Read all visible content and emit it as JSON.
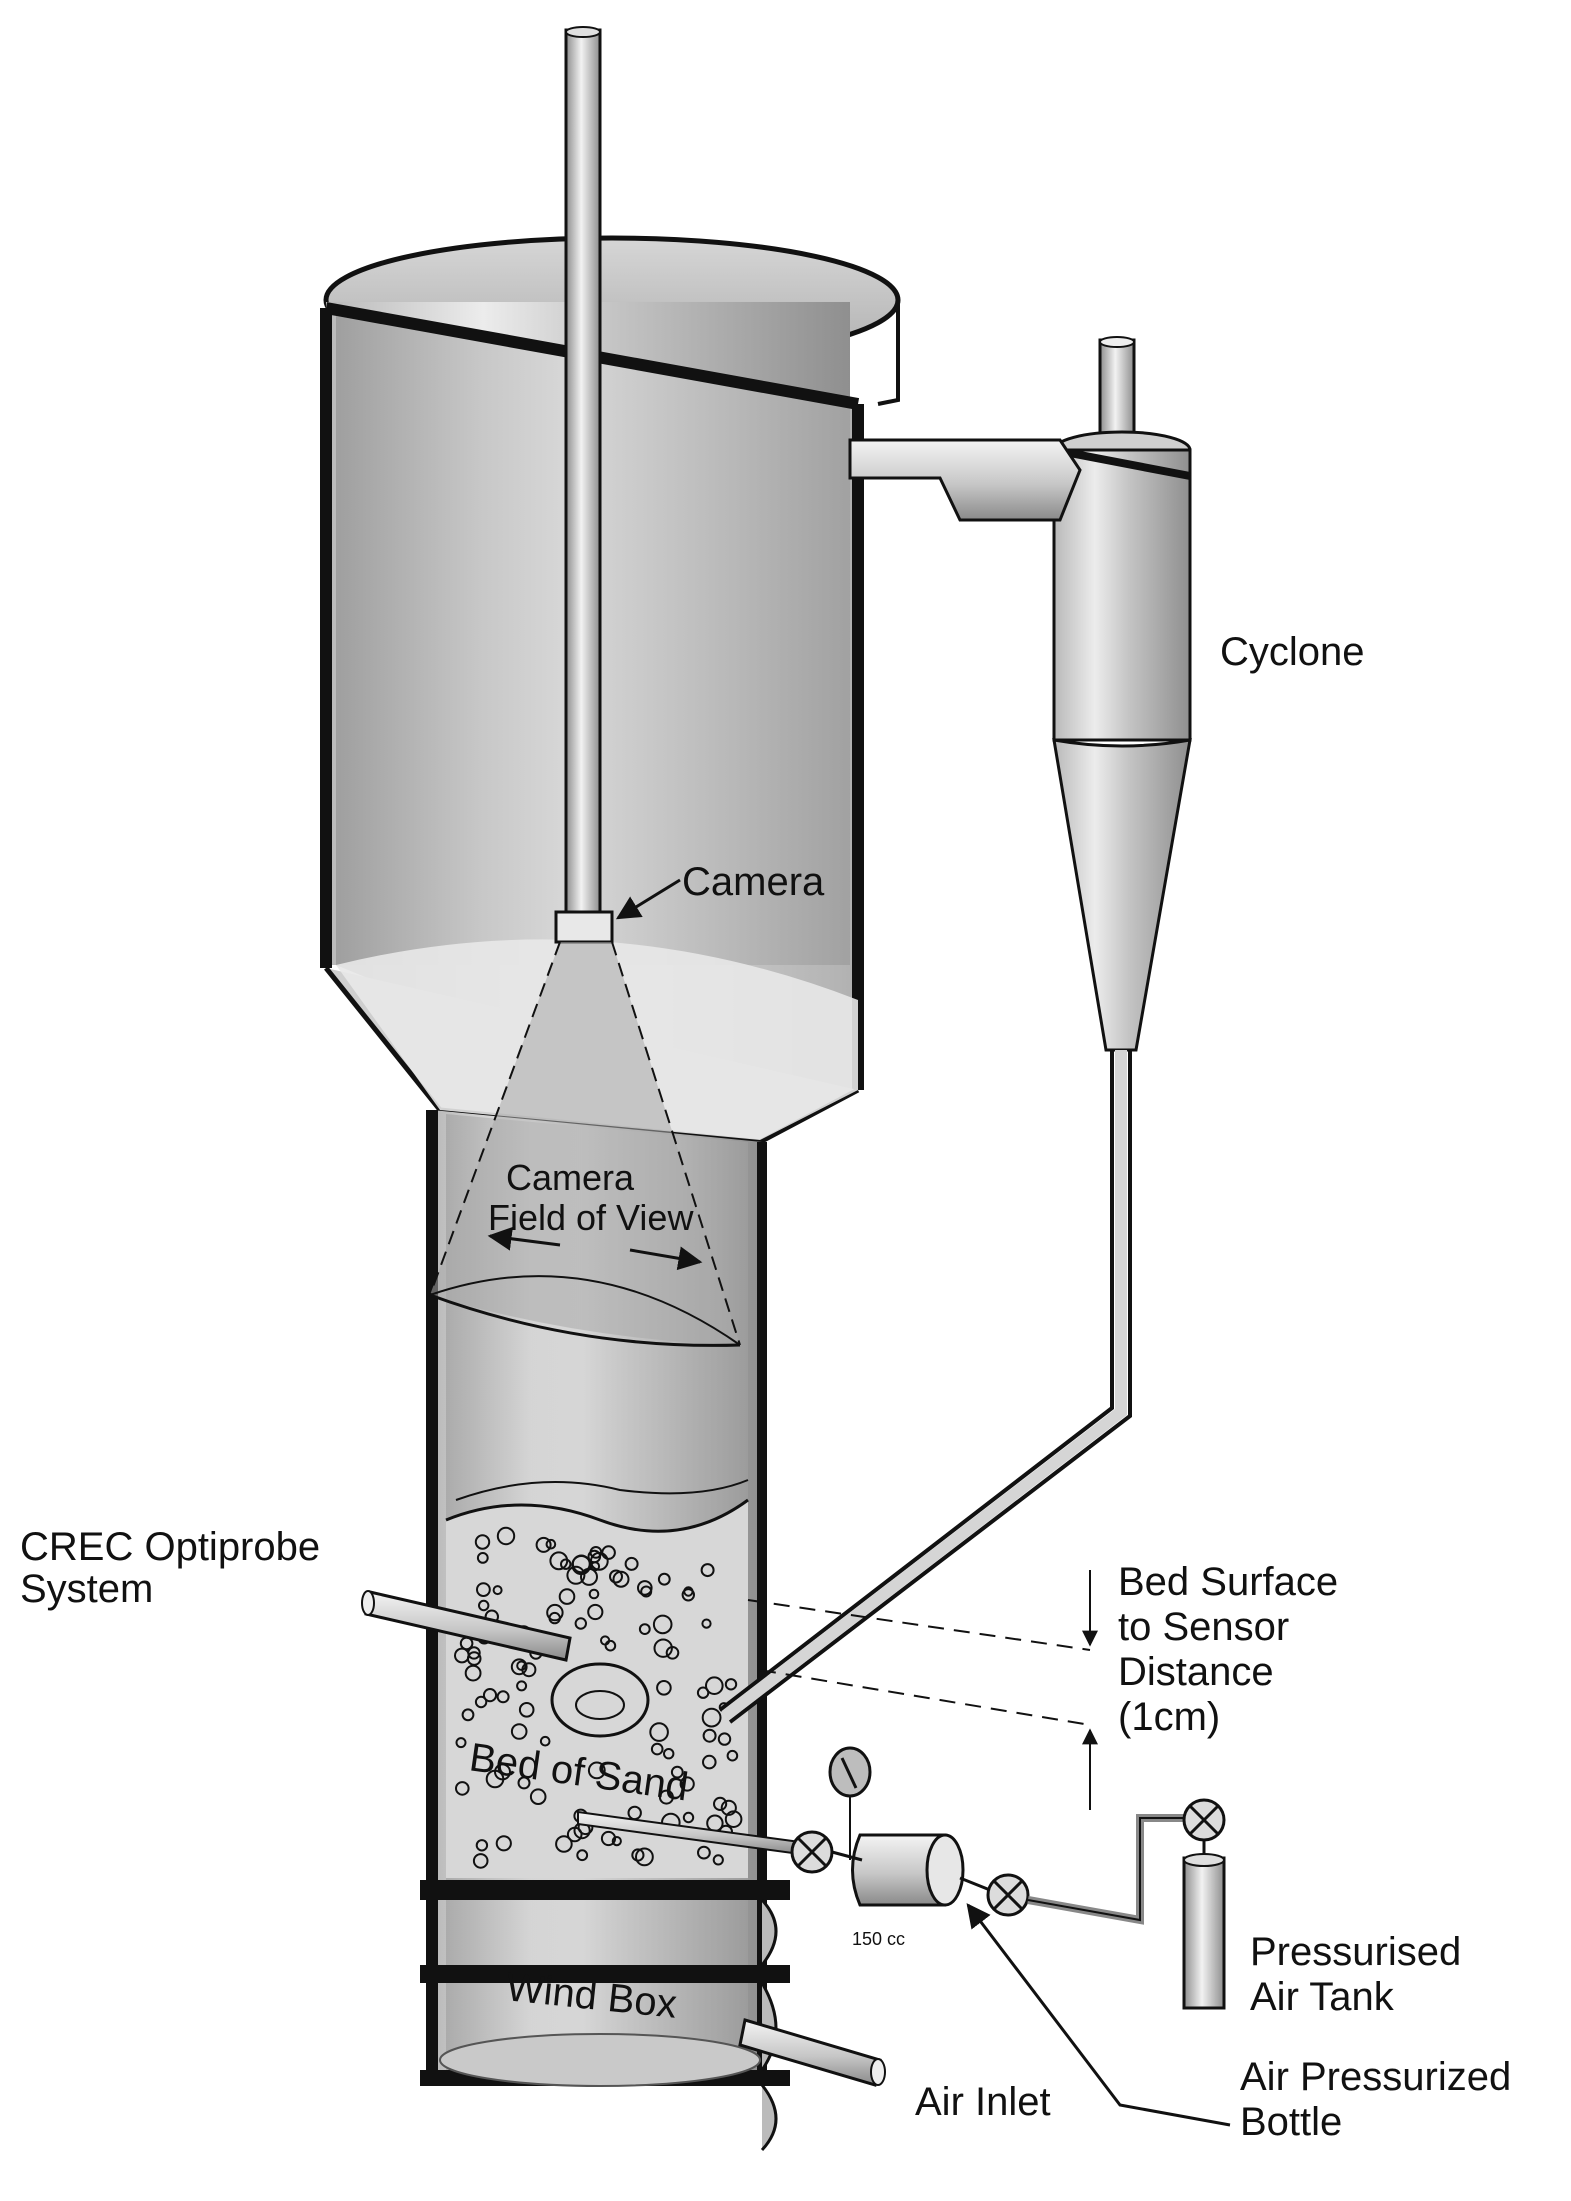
{
  "diagram": {
    "labels": {
      "camera": "Camera",
      "cyclone": "Cyclone",
      "field_of_view": [
        "Camera",
        "Field of View"
      ],
      "optiprobe": [
        "CREC Optiprobe",
        "System"
      ],
      "bed_surface": [
        "Bed Surface",
        "to Sensor",
        "Distance",
        "(1cm)"
      ],
      "bed_of_sand": "Bed of Sand",
      "volume": "150 cc",
      "pressurised_air_tank": [
        "Pressurised",
        "Air Tank"
      ],
      "wind_box": "Wind Box",
      "air_inlet": "Air Inlet",
      "air_pressurized_bottle": [
        "Air Pressurized",
        "Bottle"
      ]
    },
    "colors": {
      "metal": "#bdbdbd",
      "metal_light": "#e6e6e6",
      "metal_dark": "#8a8a8a",
      "outline": "#111111"
    },
    "icons": {
      "valves": "circle-x-valve-icon",
      "gauge": "pressure-gauge-icon"
    }
  }
}
